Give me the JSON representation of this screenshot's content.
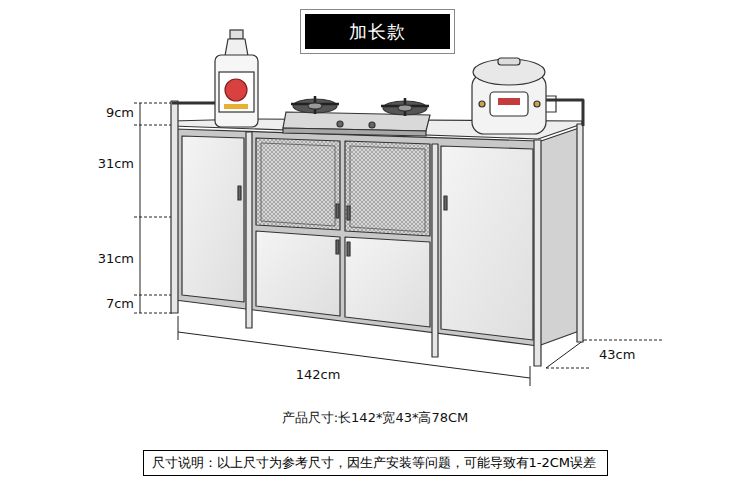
{
  "diagram": {
    "title": "加长款",
    "caption": "产品尺寸:长142*宽43*高78CM",
    "nodes": [
      {
        "text": [
          "尺寸说明：以上尺寸为参考尺寸，因生产安装等问题，可能导致有1-2CM误差"
        ]
      }
    ],
    "labels": [
      "9cm",
      "31cm",
      "31cm",
      "7cm",
      "142cm",
      "43cm"
    ]
  }
}
